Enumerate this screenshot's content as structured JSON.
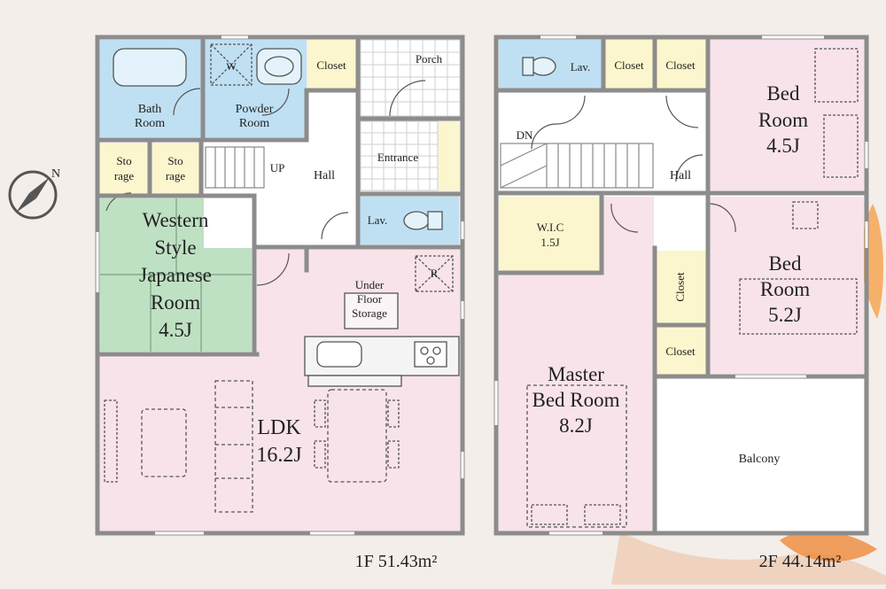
{
  "colors": {
    "background": "#f3eeea",
    "wall": "#8c8c8c",
    "bath": "#bfe0f3",
    "closet": "#fbf6cd",
    "tatami": "#bfe1c3",
    "bedroom": "#f8e3ea",
    "hall": "#ffffff",
    "balcony": "#ffffff",
    "compass": "#555555"
  },
  "compass": {
    "label": "N"
  },
  "floor1": {
    "caption": "1F  51.43m²",
    "rooms": {
      "bath": [
        "Bath",
        "Room"
      ],
      "w_mark": "W",
      "powder": [
        "Powder",
        "Room"
      ],
      "closet": "Closet",
      "porch": "Porch",
      "entrance": "Entrance",
      "hall": "Hall",
      "up": "UP",
      "storage1": [
        "Sto",
        "rage"
      ],
      "storage2": [
        "Sto",
        "rage"
      ],
      "western": [
        "Western",
        "Style",
        "Japanese",
        "Room",
        "4.5J"
      ],
      "lav": "Lav.",
      "refrigerator": "R",
      "under_floor": [
        "Under",
        "Floor",
        "Storage"
      ],
      "ldk": [
        "LDK",
        "16.2J"
      ]
    }
  },
  "floor2": {
    "caption": "2F  44.14m²",
    "rooms": {
      "lav": "Lav.",
      "closet_a": "Closet",
      "closet_b": "Closet",
      "dn": "DN",
      "hall": "Hall",
      "bed_a": [
        "Bed",
        "Room",
        "4.5J"
      ],
      "wic": [
        "W.I.C",
        "1.5J"
      ],
      "closet_c": "Closet",
      "bed_b": [
        "Bed",
        "Room",
        "5.2J"
      ],
      "closet_d": "Closet",
      "master": [
        "Master",
        "Bed Room",
        "8.2J"
      ],
      "balcony": "Balcony"
    }
  }
}
